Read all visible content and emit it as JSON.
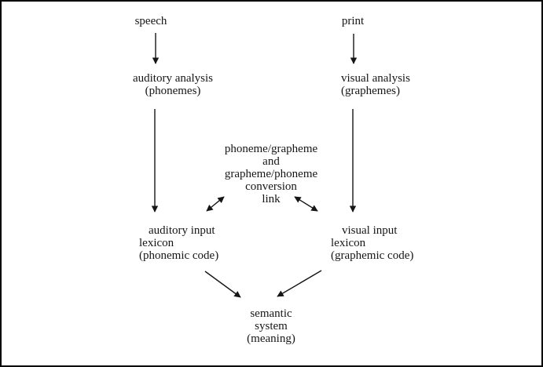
{
  "diagram": {
    "description": "Dual-route model of speech and print comprehension",
    "colors": {
      "ink": "#161616",
      "background": "#ffffff",
      "border": "#000000"
    },
    "nodes": {
      "speech": {
        "lines": [
          "speech"
        ]
      },
      "print": {
        "lines": [
          "print"
        ]
      },
      "auditory_analysis": {
        "lines": [
          "auditory analysis",
          "(phonemes)"
        ]
      },
      "visual_analysis": {
        "lines": [
          "visual analysis",
          "(graphemes)"
        ]
      },
      "conversion_link": {
        "lines": [
          "phoneme/grapheme",
          "and",
          "grapheme/phoneme",
          "conversion",
          "link"
        ]
      },
      "auditory_lexicon": {
        "lines": [
          "auditory input",
          "lexicon",
          "(phonemic code)"
        ]
      },
      "visual_lexicon": {
        "lines": [
          "visual input",
          "lexicon",
          "(graphemic code)"
        ]
      },
      "semantic_system": {
        "lines": [
          "semantic",
          "system",
          "(meaning)"
        ]
      }
    },
    "edges": [
      {
        "from": "speech",
        "to": "auditory_analysis",
        "type": "arrow"
      },
      {
        "from": "print",
        "to": "visual_analysis",
        "type": "arrow"
      },
      {
        "from": "auditory_analysis",
        "to": "auditory_lexicon",
        "type": "arrow"
      },
      {
        "from": "visual_analysis",
        "to": "visual_lexicon",
        "type": "arrow"
      },
      {
        "from": "auditory_lexicon",
        "to": "conversion_link",
        "type": "double-arrow"
      },
      {
        "from": "conversion_link",
        "to": "visual_lexicon",
        "type": "double-arrow"
      },
      {
        "from": "auditory_lexicon",
        "to": "semantic_system",
        "type": "arrow"
      },
      {
        "from": "visual_lexicon",
        "to": "semantic_system",
        "type": "arrow"
      }
    ]
  }
}
